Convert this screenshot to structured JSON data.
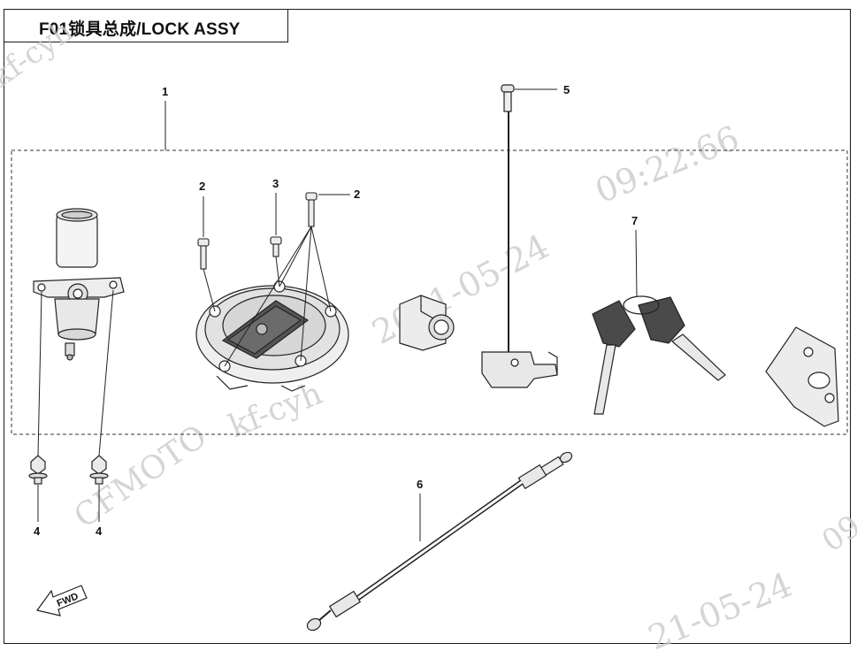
{
  "title": "F01锁具总成/LOCK ASSY",
  "callouts": {
    "c1": "1",
    "c2a": "2",
    "c2b": "2",
    "c3": "3",
    "c4a": "4",
    "c4b": "4",
    "c5": "5",
    "c6": "6",
    "c7": "7"
  },
  "direction_label": "FWD",
  "watermarks": {
    "w1": "kf-cyh",
    "w2": "09:22:66",
    "w3": "2021-05-24",
    "w4": "kf-cyh",
    "w5": "CFMOTO",
    "w6": "21-05-24",
    "w7": "09"
  }
}
